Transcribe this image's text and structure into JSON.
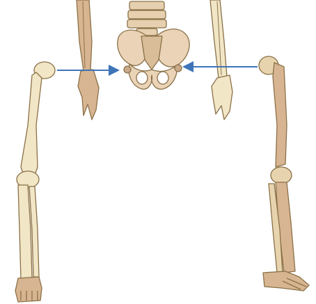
{
  "diagram": {
    "subject": "skeleton-lower-limbs-and-pelvis",
    "colors": {
      "background": "#ffffff",
      "bone_fill": "#f1e6c6",
      "bone_outline": "#8a7148",
      "bone_shade": "#c9a98a",
      "arrow": "#3f74b8"
    },
    "arrows": [
      {
        "from": "left-femur-head",
        "to": "pelvis-left-socket"
      },
      {
        "from": "right-femur-head",
        "to": "pelvis-right-socket"
      }
    ]
  }
}
